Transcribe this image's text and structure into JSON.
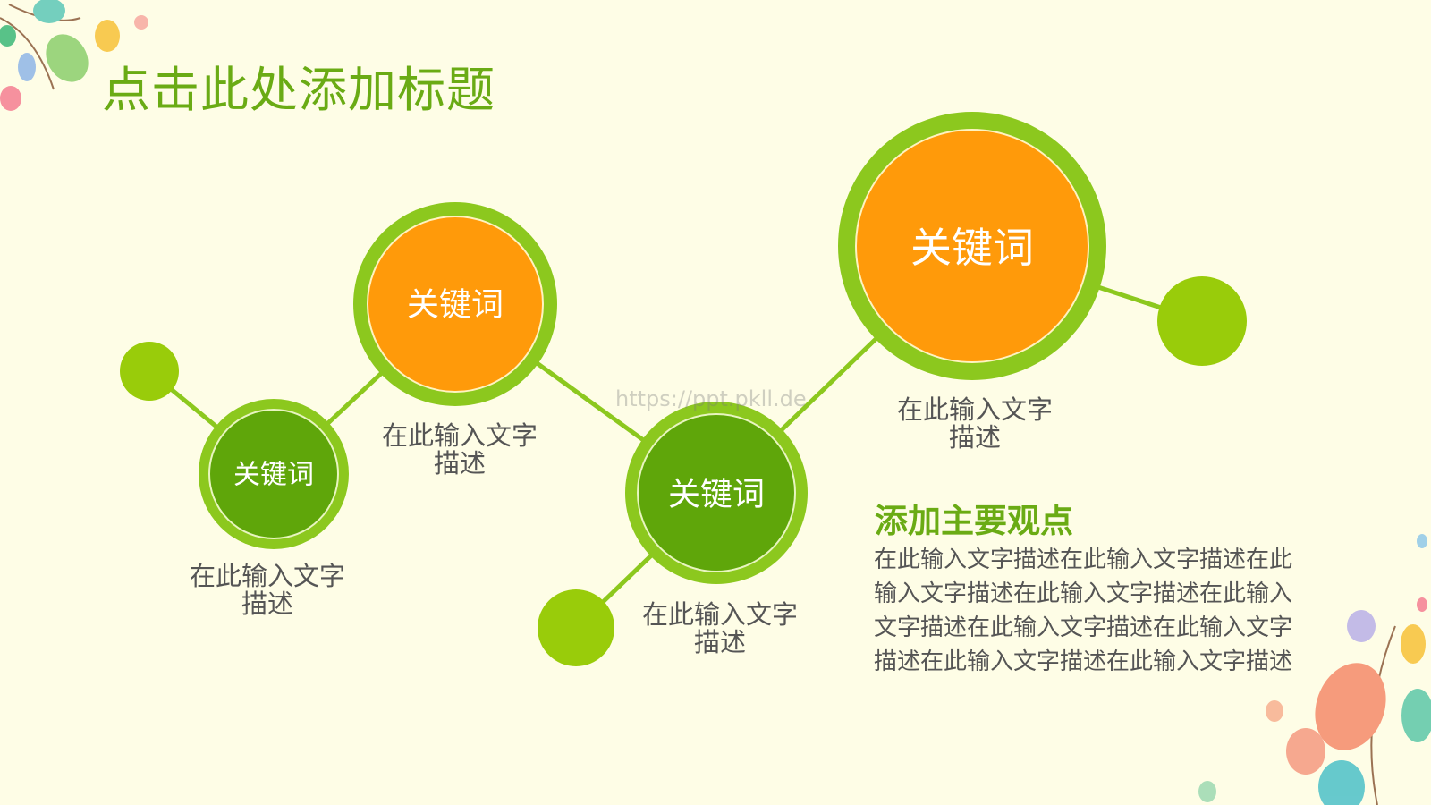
{
  "title": "点击此处添加标题",
  "watermark": "https://ppt.pkll.de",
  "nodes": [
    {
      "keyword": "关键词",
      "desc_line1": "在此输入文字",
      "desc_line2": "描述",
      "color": "#5fa60a"
    },
    {
      "keyword": "关键词",
      "desc_line1": "在此输入文字",
      "desc_line2": "描述",
      "color": "#ff9a0a"
    },
    {
      "keyword": "关键词",
      "desc_line1": "在此输入文字",
      "desc_line2": "描述",
      "color": "#5fa60a"
    },
    {
      "keyword": "关键词",
      "desc_line1": "在此输入文字",
      "desc_line2": "描述",
      "color": "#ff9a0a"
    }
  ],
  "main_point": {
    "heading": "添加主要观点",
    "body": "在此输入文字描述在此输入文字描述在此输入文字描述在此输入文字描述在此输入文字描述在此输入文字描述在此输入文字描述在此输入文字描述在此输入文字描述"
  },
  "colors": {
    "ring": "#8cc81e",
    "accent_green": "#6aab14",
    "background": "#fefde6"
  }
}
